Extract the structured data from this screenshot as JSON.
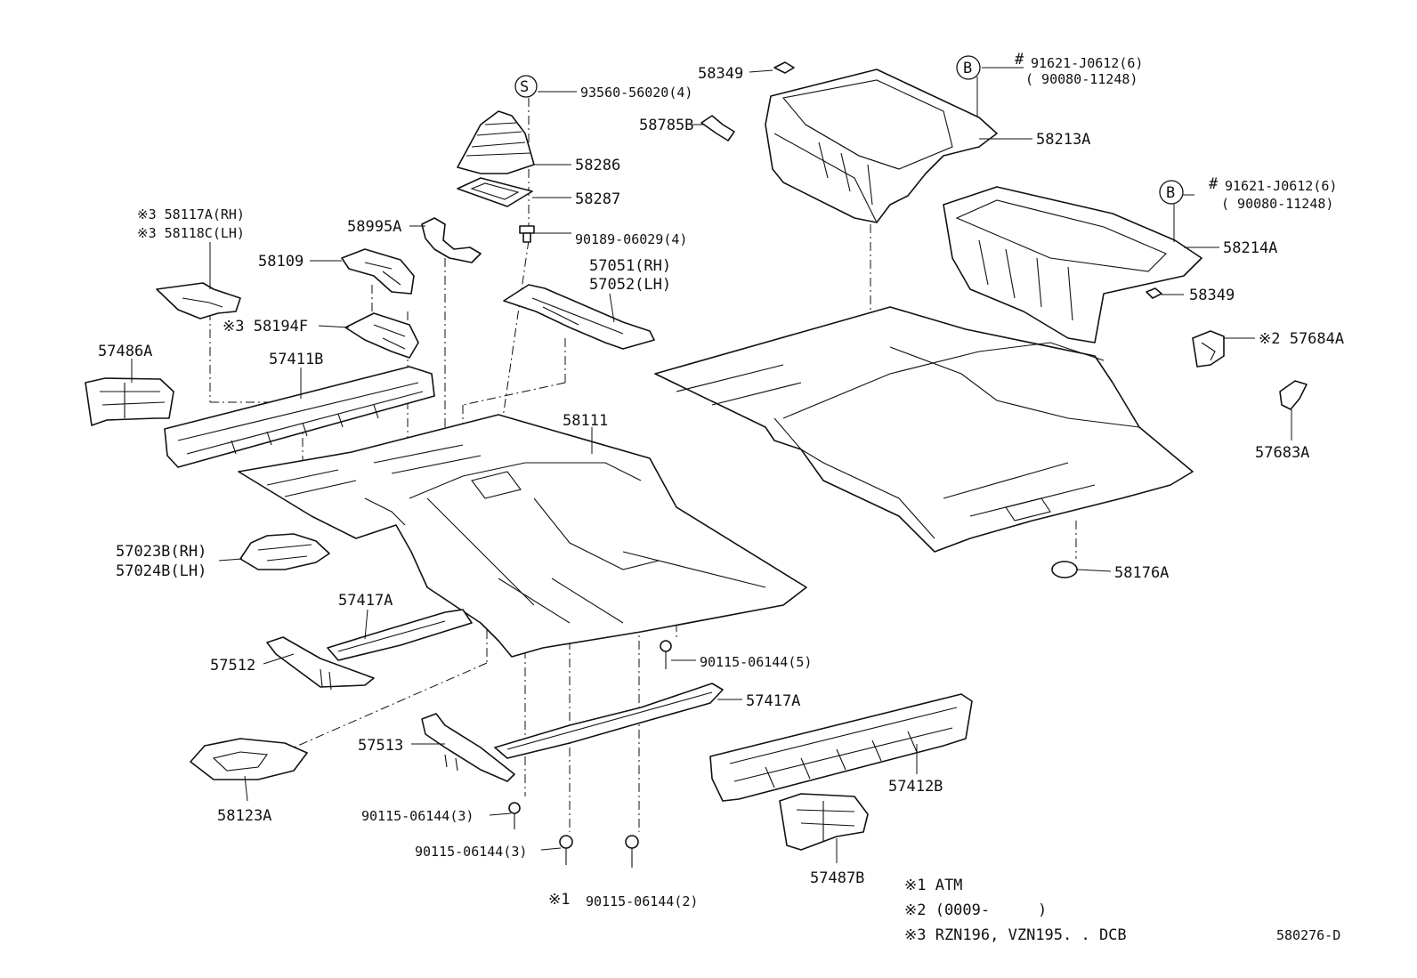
{
  "labels": {
    "p58349_top": "58349",
    "p93560": "93560-56020(4)",
    "s_mark": "S",
    "p58785b": "58785B",
    "b_mark_1": "B",
    "hash_1": "#",
    "p91621_1": "91621-J0612(6)",
    "p90080_1": "( 90080-11248)",
    "p58213a": "58213A",
    "p58286": "58286",
    "p58287": "58287",
    "p90189": "90189-06029(4)",
    "b_mark_2": "B",
    "hash_2": "#",
    "p91621_2": "91621-J0612(6)",
    "p90080_2": "( 90080-11248)",
    "p58214a": "58214A",
    "p58117a": "※3 58117A(RH)",
    "p58118c": "※3 58118C(LH)",
    "p58995a": "58995A",
    "p58109": "58109",
    "p57051": "57051(RH)",
    "p57052": "57052(LH)",
    "p58349_r": "58349",
    "p58194f": "※3 58194F",
    "p57684a": "※2 57684A",
    "p57486a": "57486A",
    "p57411b": "57411B",
    "p58111": "58111",
    "p57683a": "57683A",
    "p57023b": "57023B(RH)",
    "p57024b": "57024B(LH)",
    "p58176a": "58176A",
    "p57417a_1": "57417A",
    "p90115_5": "90115-06144(5)",
    "p57512": "57512",
    "p57417a_2": "57417A",
    "p57513": "57513",
    "p57412b": "57412B",
    "p58123a": "58123A",
    "p90115_3a": "90115-06144(3)",
    "p90115_3b": "90115-06144(3)",
    "p57487b": "57487B",
    "p90115_2": "90115-06144(2)",
    "note_mark_1": "※1",
    "note_1": "※1 ATM",
    "note_2": "※2 (0009-",
    "note_2_close": ")",
    "note_3": "※3 RZN196, VZN195. . DCB",
    "diagram_id": "580276-D"
  }
}
